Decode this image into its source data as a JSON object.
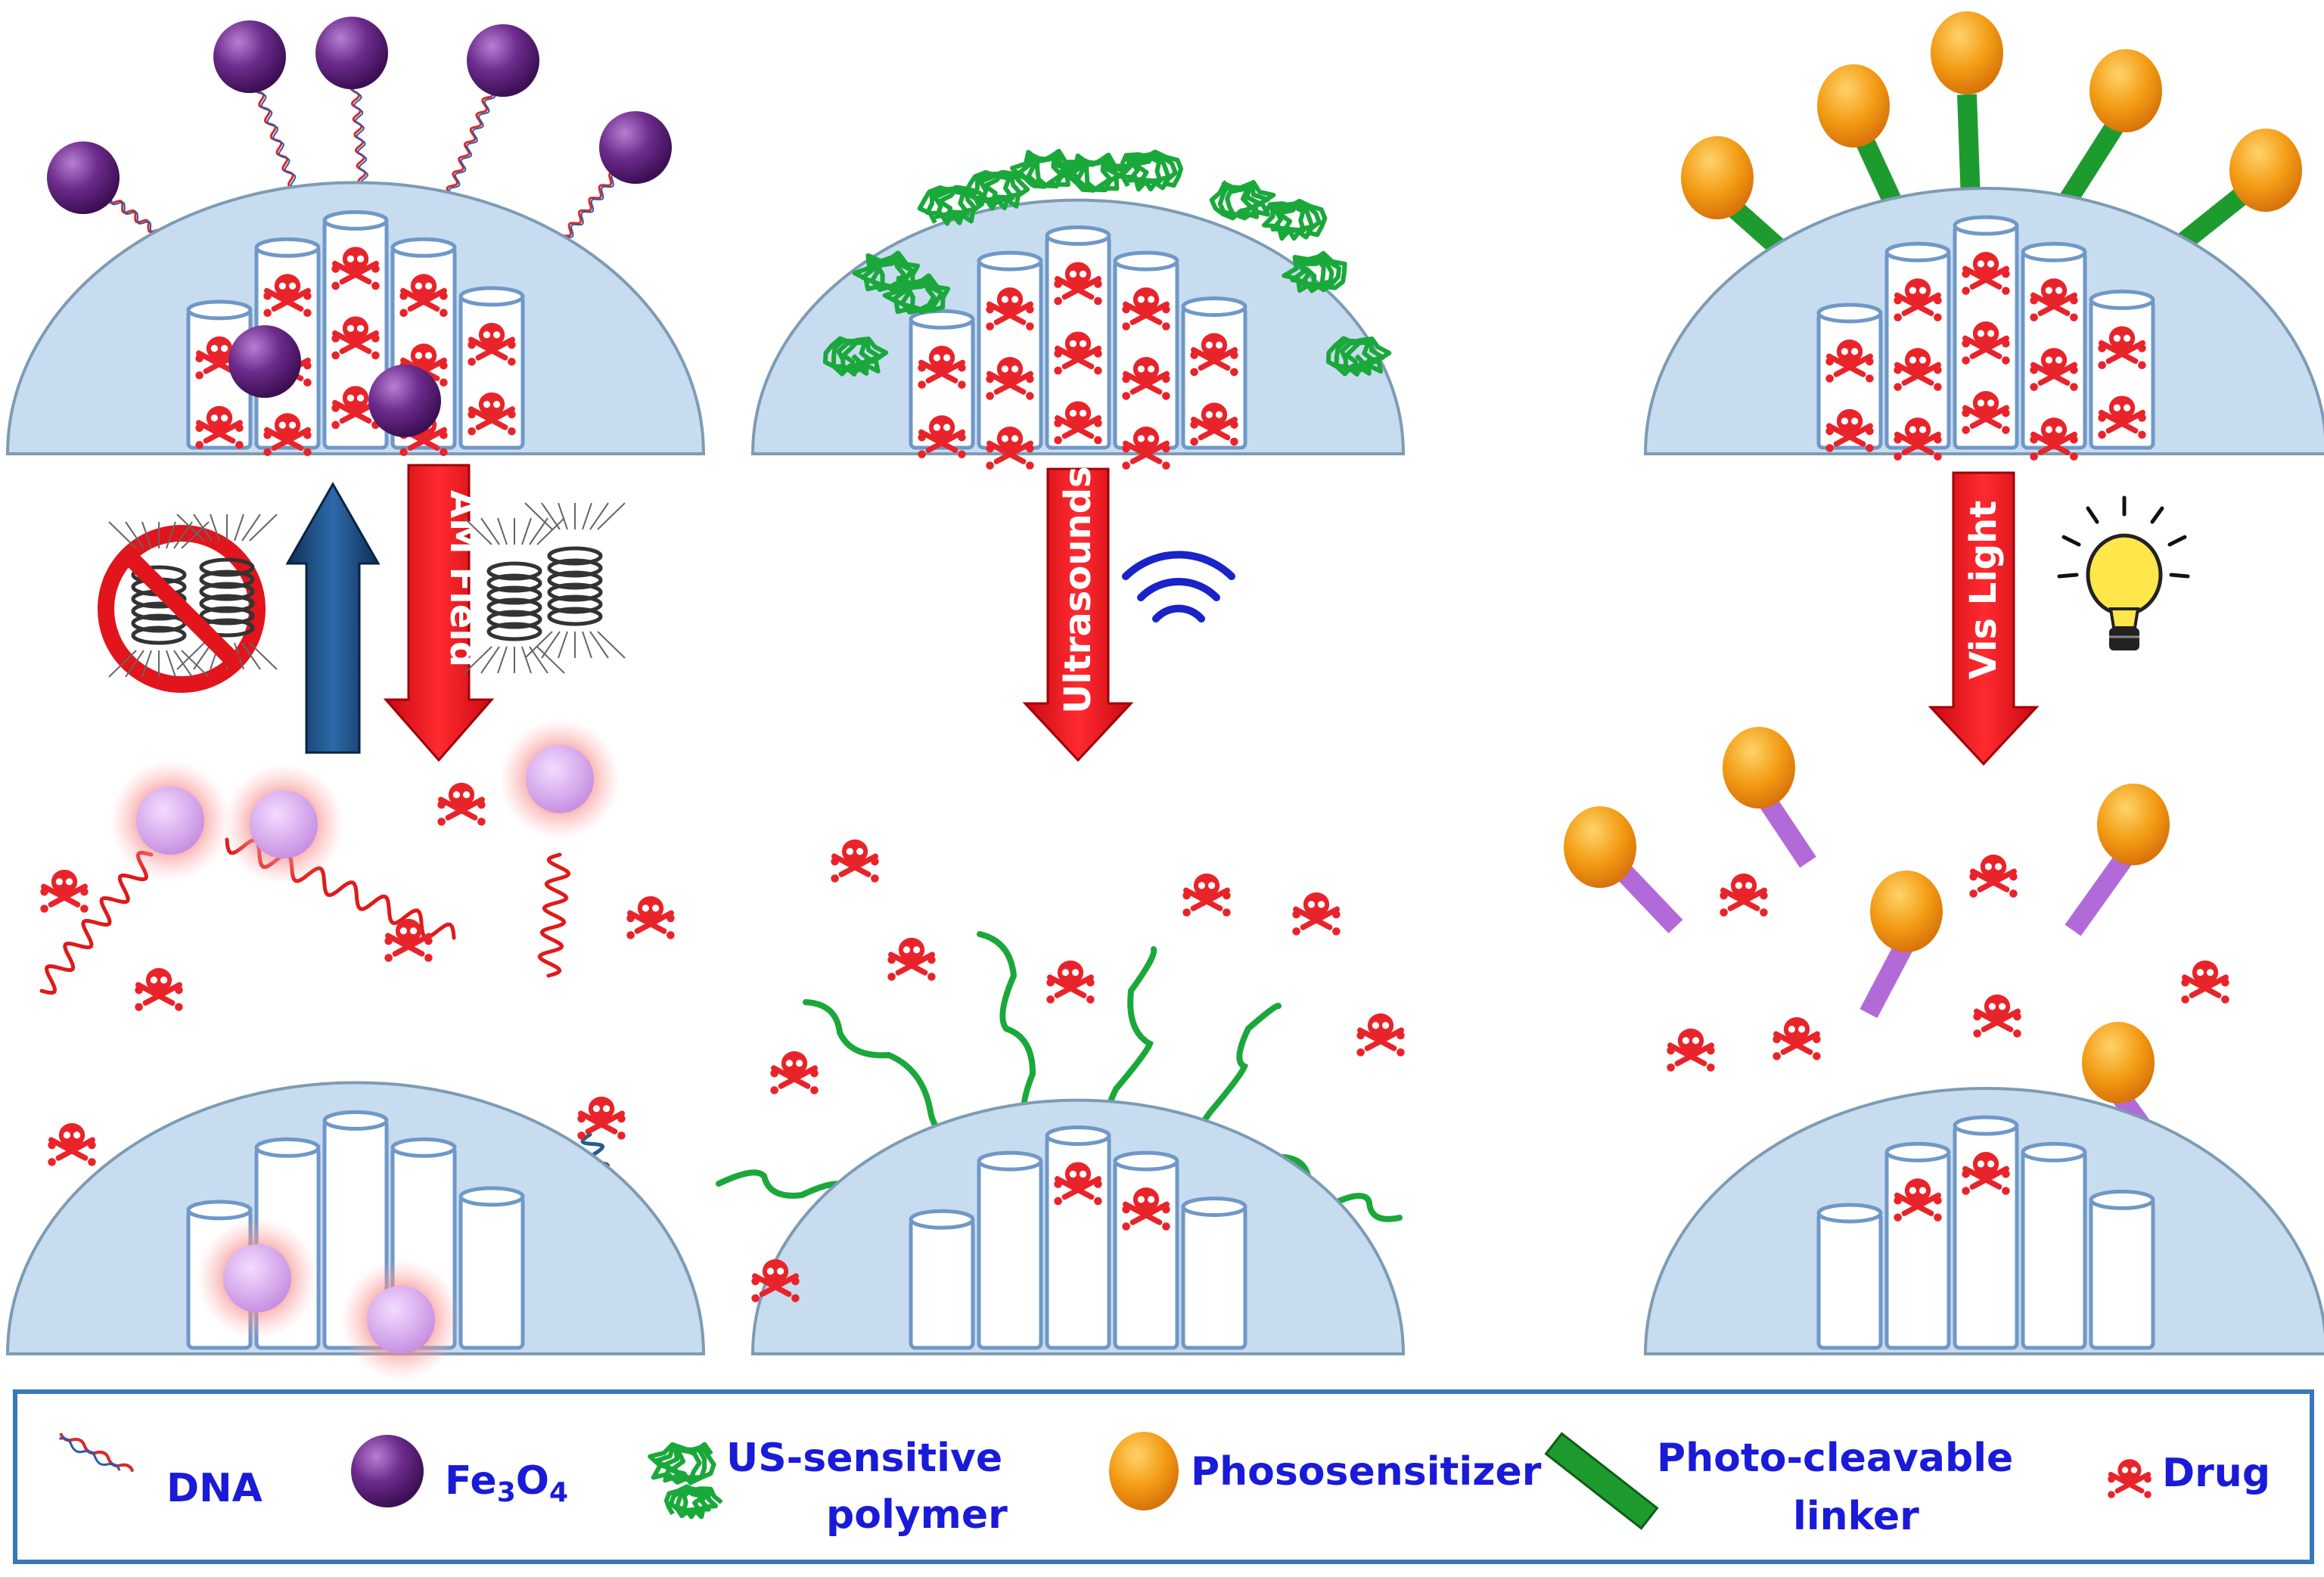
{
  "panels": {
    "magnetic": {
      "stimulus_label": "AM Field"
    },
    "ultrasound": {
      "stimulus_label": "Ultrasounds"
    },
    "light": {
      "stimulus_label": "Vis Light"
    }
  },
  "legend": {
    "dna": "DNA",
    "fe3o4_main": "Fe",
    "fe3o4_sub1": "3",
    "fe3o4_mid": "O",
    "fe3o4_sub2": "4",
    "polymer_line1": "US-sensitive",
    "polymer_line2": "polymer",
    "photosensitizer": "Phososensitizer",
    "linker_line1": "Photo-cleavable",
    "linker_line2": "linker",
    "drug": "Drug"
  },
  "colors": {
    "dome_fill": "#c7dcef",
    "dome_stroke": "#7e9bb4",
    "pore_stroke": "#6f98c7",
    "drug": "#e8242a",
    "fe3o4": "#6a2a86",
    "polymer": "#1aa83a",
    "photosensitizer": "#f2a01c",
    "linker_intact": "#1e9b2e",
    "linker_cleaved": "#b36ad9",
    "stimulus_arrow": "#f0141e",
    "return_arrow": "#1e4e86",
    "legend_border": "#3a77b8",
    "legend_text": "#1a1ad9"
  }
}
